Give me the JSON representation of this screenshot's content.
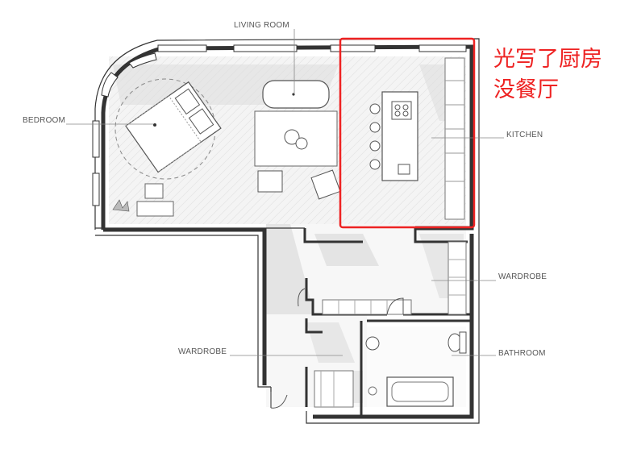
{
  "plan": {
    "labels": {
      "living_room": "LIVING ROOM",
      "bedroom": "BEDROOM",
      "kitchen": "KITCHEN",
      "wardrobe_right": "WARDROBE",
      "wardrobe_left": "WARDROBE",
      "bathroom": "BATHROOM"
    },
    "colors": {
      "wall": "#333333",
      "floor": "#f3f3f3",
      "shadow": "#dcdcdc",
      "furniture_fill": "#ffffff",
      "annotation": "#ee2222"
    }
  },
  "annotation": {
    "line1": "光写了厨房",
    "line2": "没餐厅"
  }
}
